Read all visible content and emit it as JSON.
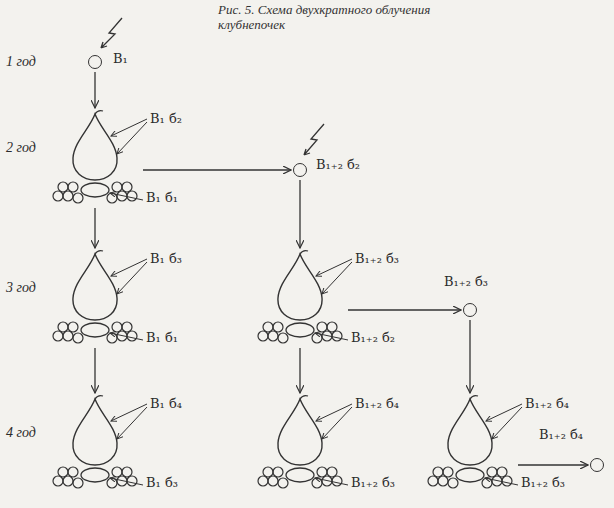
{
  "diagram": {
    "title": "Рис. 5. Схема двухкратного облучения клубнепочек",
    "nodes": [
      {
        "text": [
          "В₁"
        ]
      },
      {
        "text": [
          "В₁ б₂",
          "В₁ б₁"
        ]
      },
      {
        "text": [
          "В₁₊₂ б₂"
        ]
      },
      {
        "text": [
          "В₁ б₃",
          "В₁ б₁"
        ]
      },
      {
        "text": [
          "В₁₊₂ б₃",
          "В₁₊₂ б₂"
        ]
      },
      {
        "text": [
          "В₁₊₂ б₃"
        ]
      },
      {
        "text": [
          "В₁ б₄",
          "В₁ б₃"
        ]
      },
      {
        "text": [
          "В₁₊₂ б₄",
          "В₁₊₂ б₃"
        ]
      },
      {
        "text": [
          "В₁₊₂ б₄",
          "В₁₊₂ б₃"
        ]
      },
      {
        "text": [
          "В₁₊₂ б₄"
        ]
      }
    ],
    "edges": [
      {
        "from": 0,
        "to": 1,
        "arrow": "to"
      },
      {
        "from": 1,
        "to": 2,
        "arrow": "to"
      },
      {
        "from": 1,
        "to": 3,
        "arrow": "to"
      },
      {
        "from": 2,
        "to": 4,
        "arrow": "to"
      },
      {
        "from": 3,
        "to": 6,
        "arrow": "to"
      },
      {
        "from": 4,
        "to": 7,
        "arrow": "to"
      },
      {
        "from": 4,
        "to": 5,
        "arrow": "to"
      },
      {
        "from": 5,
        "to": 8,
        "arrow": "to"
      },
      {
        "from": 8,
        "to": 9,
        "arrow": "to"
      }
    ],
    "labels": [
      "1 год",
      "2 год",
      "3 год",
      "4 год"
    ]
  }
}
